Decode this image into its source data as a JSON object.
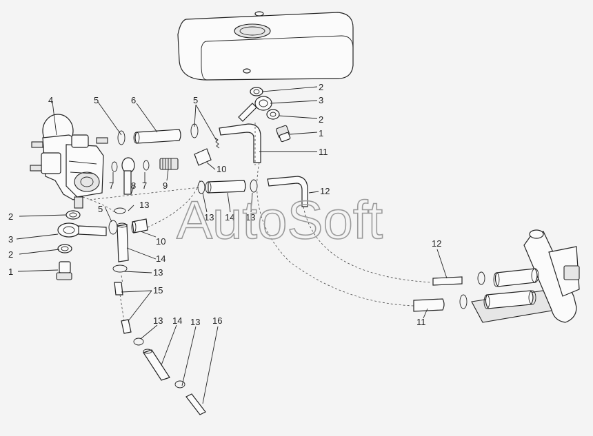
{
  "watermark": "AutoSoft",
  "callouts": {
    "c1a": "1",
    "c1b": "1",
    "c2a": "2",
    "c2b": "2",
    "c2c": "2",
    "c2d": "2",
    "c3a": "3",
    "c3b": "3",
    "c4": "4",
    "c5a": "5",
    "c5b": "5",
    "c5c": "5",
    "c6": "6",
    "c7a": "7",
    "c7b": "7",
    "c8": "8",
    "c9": "9",
    "c10a": "10",
    "c10b": "10",
    "c11a": "11",
    "c11b": "11",
    "c12a": "12",
    "c12b": "12",
    "c13a": "13",
    "c13b": "13",
    "c13c": "13",
    "c13d": "13",
    "c13e": "13",
    "c13f": "13",
    "c14a": "14",
    "c14b": "14",
    "c14c": "14",
    "c15": "15",
    "c16": "16"
  }
}
